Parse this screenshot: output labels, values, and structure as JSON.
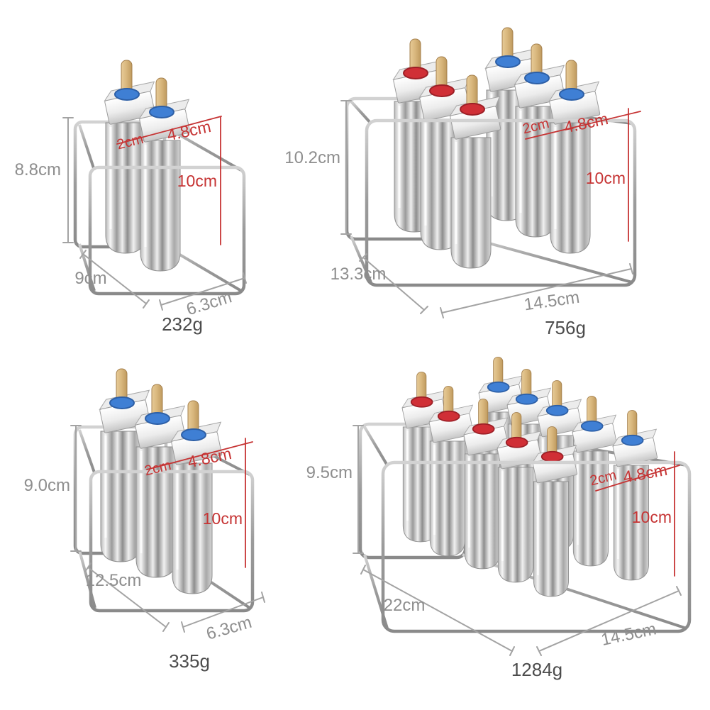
{
  "page": {
    "background": "#ffffff",
    "description": "Stainless steel popsicle mold rack size chart with four variants"
  },
  "colors": {
    "annotation_red": "#c63434",
    "annotation_gray": "#8e8e8e",
    "weight_text": "#4c4c4c",
    "ring_blue": "#3f7fd4",
    "ring_red": "#d02f36",
    "stick_wood": "#d8b67c",
    "steel_light": "#f2f2f2",
    "steel_dark": "#8d8d8d"
  },
  "products": [
    {
      "name": "2-mold popsicle rack",
      "mold_count": 2,
      "rack_height": "8.8cm",
      "cell_depth": "2cm",
      "cell_width": "4.8cm",
      "mold_height": "10cm",
      "base_left": "9cm",
      "base_right": "6.3cm",
      "weight": "232g"
    },
    {
      "name": "6-mold popsicle rack",
      "mold_count": 6,
      "rack_height": "10.2cm",
      "cell_depth": "2cm",
      "cell_width": "4.8cm",
      "mold_height": "10cm",
      "base_left": "13.3cm",
      "base_right": "14.5cm",
      "weight": "756g"
    },
    {
      "name": "3-mold popsicle rack",
      "mold_count": 3,
      "rack_height": "9.0cm",
      "cell_depth": "2cm",
      "cell_width": "4.8cm",
      "mold_height": "10cm",
      "base_left": "12.5cm",
      "base_right": "6.3cm",
      "weight": "335g"
    },
    {
      "name": "10-mold popsicle rack",
      "mold_count": 10,
      "rack_height": "9.5cm",
      "cell_depth": "2cm",
      "cell_width": "4.8cm",
      "mold_height": "10cm",
      "base_left": "22cm",
      "base_right": "14.5cm",
      "weight": "1284g"
    }
  ]
}
